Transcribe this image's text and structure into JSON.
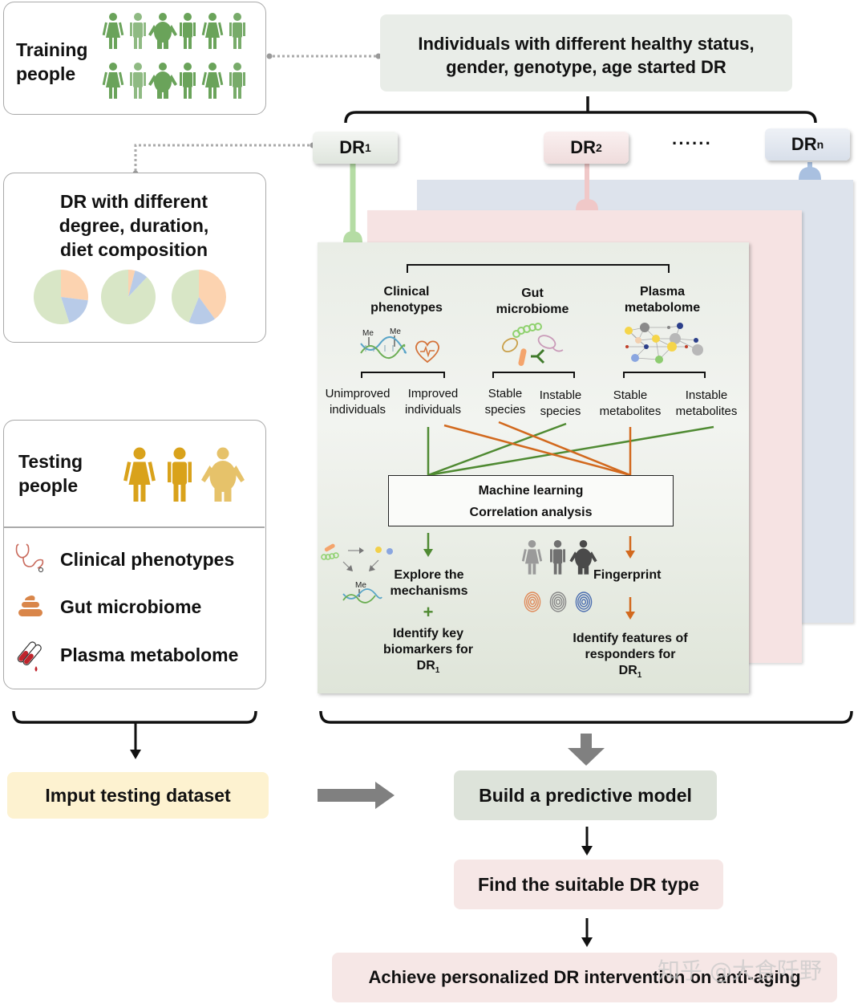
{
  "training": {
    "label_line1": "Training",
    "label_line2": "people",
    "figure_color": "#6aa35a"
  },
  "population_box": {
    "line1": "Individuals with different healthy status,",
    "line2": "gender, genotype, age started DR"
  },
  "dr_tabs": [
    {
      "label": "DR",
      "sub": "1",
      "color": "#e6ece6",
      "line_color": "#b5dca4"
    },
    {
      "label": "DR",
      "sub": "2",
      "color": "#f6e6e6",
      "line_color": "#f0c8c8"
    },
    {
      "ellipsis": "······"
    },
    {
      "label": "DR",
      "sub": "n",
      "color": "#e3e8f1",
      "line_color": "#a9c0e0"
    }
  ],
  "dr_variation": {
    "line1": "DR with different",
    "line2": "degree, duration,",
    "line3": "diet composition",
    "pies": [
      {
        "slices": [
          {
            "name": "orange",
            "fraction": 0.27,
            "color": "#fcd3b0"
          },
          {
            "name": "blue",
            "fraction": 0.18,
            "color": "#b8cbe8"
          },
          {
            "name": "green",
            "fraction": 0.55,
            "color": "#d8e6c6"
          }
        ]
      },
      {
        "slices": [
          {
            "name": "orange",
            "fraction": 0.04,
            "color": "#fcd3b0"
          },
          {
            "name": "blue",
            "fraction": 0.08,
            "color": "#b8cbe8"
          },
          {
            "name": "green",
            "fraction": 0.88,
            "color": "#d8e6c6"
          }
        ]
      },
      {
        "slices": [
          {
            "name": "orange",
            "fraction": 0.4,
            "color": "#fcd3b0"
          },
          {
            "name": "blue",
            "fraction": 0.16,
            "color": "#b8cbe8"
          },
          {
            "name": "green",
            "fraction": 0.44,
            "color": "#d8e6c6"
          }
        ]
      }
    ]
  },
  "omics": {
    "clinical": {
      "title1": "Clinical",
      "title2": "phenotypes",
      "me": "Me",
      "left1": "Unimproved",
      "left2": "individuals",
      "right1": "Improved",
      "right2": "individuals"
    },
    "gut": {
      "title1": "Gut",
      "title2": "microbiome",
      "left1": "Stable",
      "left2": "species",
      "right1": "Instable",
      "right2": "species"
    },
    "plasma": {
      "title1": "Plasma",
      "title2": "metabolome",
      "left1": "Stable",
      "left2": "metabolites",
      "right1": "Instable",
      "right2": "metabolites"
    }
  },
  "analysis_box": {
    "line1": "Machine learning",
    "line2": "Correlation analysis"
  },
  "mechanism": {
    "line1": "Explore the",
    "line2": "mechanisms",
    "plus": "+",
    "bio1": "Identify key",
    "bio2": "biomarkers for",
    "bio3": "DR",
    "bio3_sub": "1",
    "me": "Me"
  },
  "fingerprint": {
    "label": "Fingerprint",
    "feat1": "Identify features of",
    "feat2": "responders for",
    "feat3": "DR",
    "feat3_sub": "1"
  },
  "testing": {
    "label_line1": "Testing",
    "label_line2": "people",
    "figure_color": "#d9a21b",
    "items": [
      {
        "icon": "stethoscope-icon",
        "label": "Clinical phenotypes"
      },
      {
        "icon": "stool-icon",
        "label": "Gut microbiome"
      },
      {
        "icon": "blood-tube-icon",
        "label": "Plasma metabolome"
      }
    ]
  },
  "flow": {
    "input": "Imput testing dataset",
    "model": "Build a predictive model",
    "find": "Find the suitable DR type",
    "achieve": "Achieve personalized DR intervention on anti-aging"
  },
  "colors": {
    "green_line": "#4f8a32",
    "orange_line": "#d2691e",
    "panel_green": "#e3eadc",
    "panel_pink": "#f6e3e3",
    "panel_blue": "#dde3ec"
  },
  "watermark": "知乎 @大食阡野"
}
